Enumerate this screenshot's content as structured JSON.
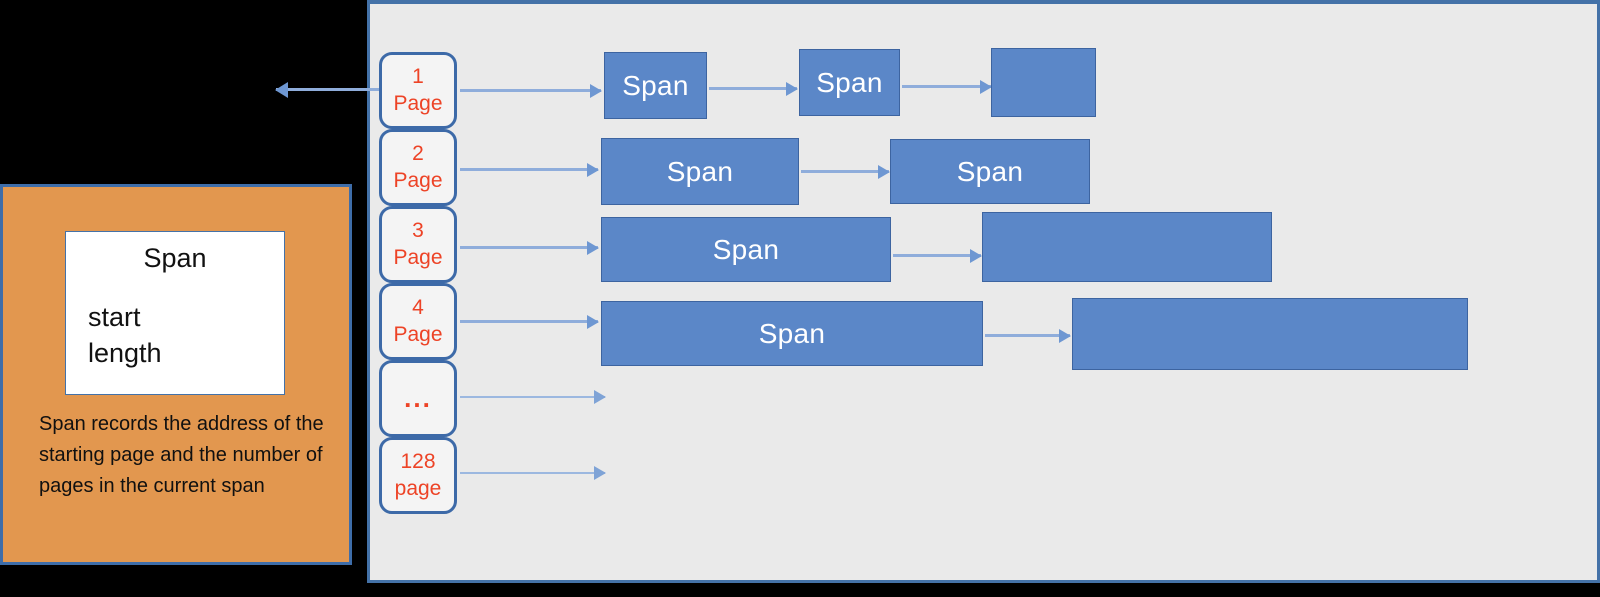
{
  "legend": {
    "struct_title": "Span",
    "struct_fields": [
      "start",
      "length"
    ],
    "caption": "Span records the address of the starting page and the number of pages in the current span",
    "panel_color": "#E2974F",
    "border_color": "#3E6DA9"
  },
  "diagram": {
    "background_color": "#EAEAEA",
    "border_color": "#4472A8",
    "span_fill_color": "#5B87C8",
    "span_border_color": "#3D64A0",
    "page_text_color": "#ED4326",
    "page_border_color": "#3D6AA8",
    "arrow_color": "#8FADDB",
    "rows": [
      {
        "page_num": "1",
        "page_word": "Page",
        "spans": [
          {
            "label": "Span"
          },
          {
            "label": "Span"
          },
          {
            "label": ""
          }
        ]
      },
      {
        "page_num": "2",
        "page_word": "Page",
        "spans": [
          {
            "label": "Span"
          },
          {
            "label": "Span"
          }
        ]
      },
      {
        "page_num": "3",
        "page_word": "Page",
        "spans": [
          {
            "label": "Span"
          },
          {
            "label": ""
          }
        ]
      },
      {
        "page_num": "4",
        "page_word": "Page",
        "spans": [
          {
            "label": "Span"
          },
          {
            "label": ""
          }
        ]
      },
      {
        "page_num": "...",
        "page_word": "",
        "spans": []
      },
      {
        "page_num": "128",
        "page_word": "page",
        "spans": []
      }
    ]
  }
}
